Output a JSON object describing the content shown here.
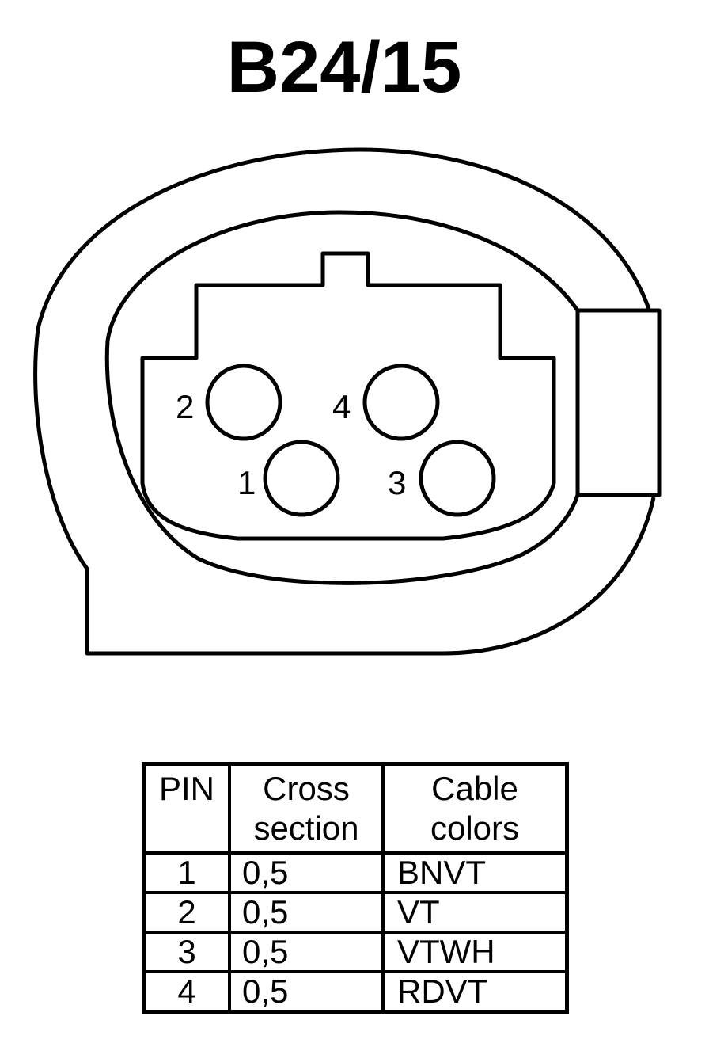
{
  "title": "B24/15",
  "connector": {
    "pins": [
      {
        "label": "1"
      },
      {
        "label": "2"
      },
      {
        "label": "3"
      },
      {
        "label": "4"
      }
    ],
    "stroke_color": "#000000"
  },
  "table": {
    "headers": [
      [
        "PIN"
      ],
      [
        "Cross",
        "section"
      ],
      [
        "Cable",
        "colors"
      ]
    ],
    "rows": [
      {
        "pin": "1",
        "cross_section": "0,5",
        "color": "BNVT"
      },
      {
        "pin": "2",
        "cross_section": "0,5",
        "color": "VT"
      },
      {
        "pin": "3",
        "cross_section": "0,5",
        "color": "VTWH"
      },
      {
        "pin": "4",
        "cross_section": "0,5",
        "color": "RDVT"
      }
    ]
  }
}
